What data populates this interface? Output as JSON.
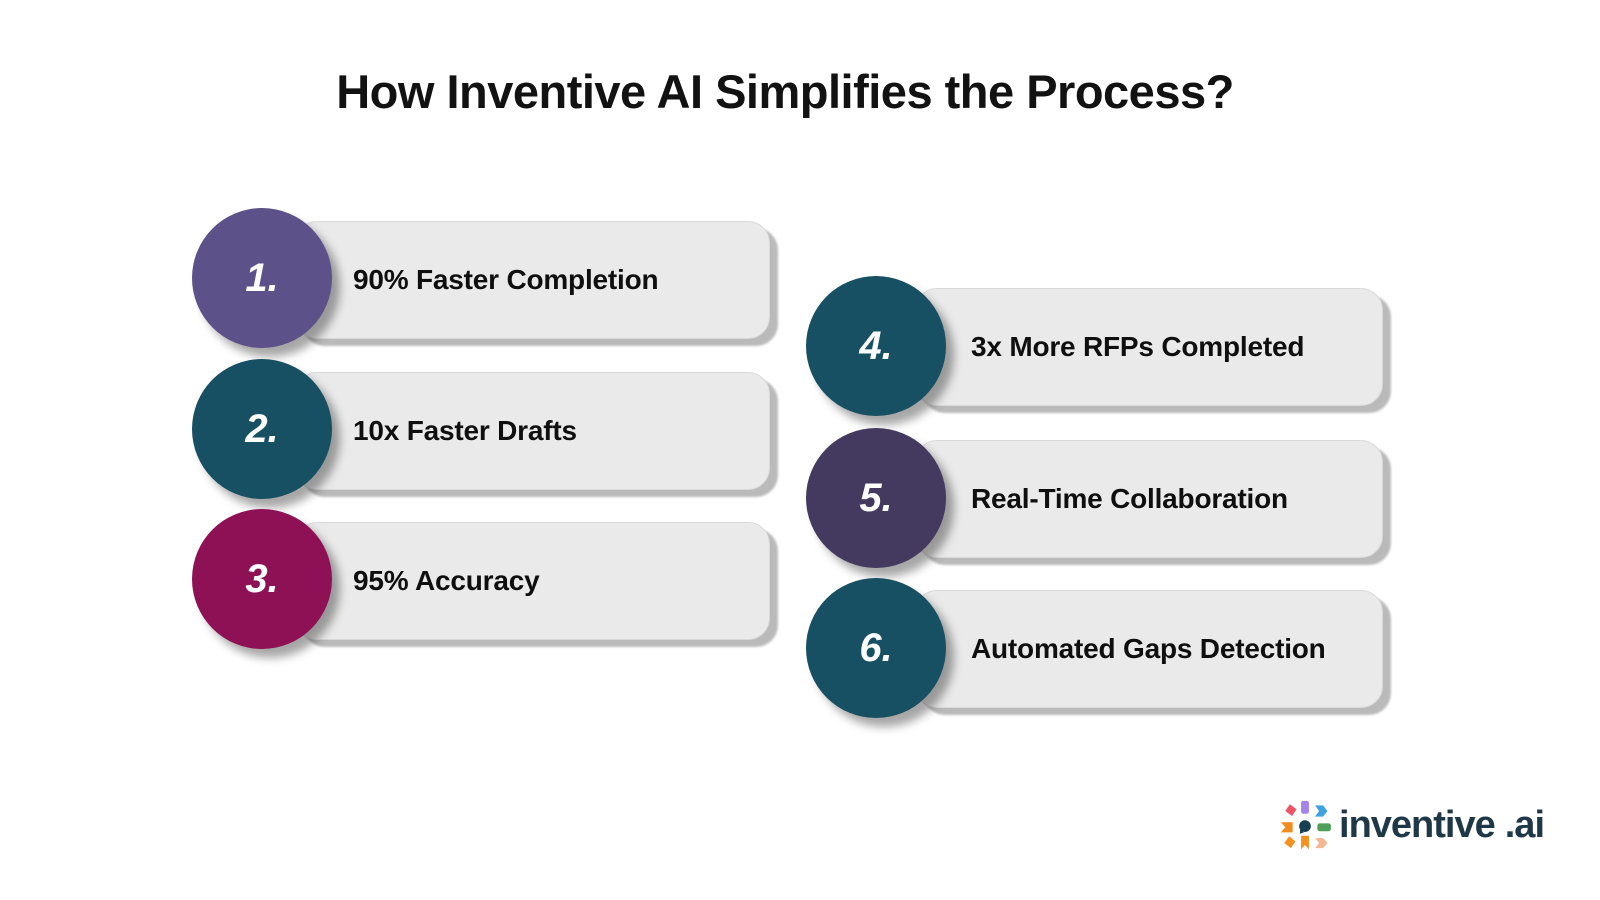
{
  "title": "How Inventive AI Simplifies the Process?",
  "items": [
    {
      "number": "1.",
      "label": "90% Faster Completion",
      "circle_color": "#5d5189"
    },
    {
      "number": "2.",
      "label": "10x Faster Drafts",
      "circle_color": "#174f63"
    },
    {
      "number": "3.",
      "label": "95% Accuracy",
      "circle_color": "#8e1156"
    },
    {
      "number": "4.",
      "label": "3x More RFPs Completed",
      "circle_color": "#174f63"
    },
    {
      "number": "5.",
      "label": "Real-Time Collaboration",
      "circle_color": "#443a5f"
    },
    {
      "number": "6.",
      "label": "Automated Gaps Detection",
      "circle_color": "#174f63"
    }
  ],
  "logo": {
    "name": "inventive",
    "suffix": ".ai",
    "text_color": "#1e3848",
    "icon": "inventive-pinwheel-icon"
  },
  "colors": {
    "background": "#ffffff",
    "title_color": "#121212",
    "pill_background": "#eaeaea",
    "pill_border": "#d9d9d9",
    "pill_shadow": "#b5b5b5",
    "number_text": "#ffffff",
    "label_text": "#0f0f0f",
    "teal": "#174f63",
    "purple_light": "#5d5189",
    "purple_dark": "#443a5f",
    "magenta": "#8e1156"
  }
}
